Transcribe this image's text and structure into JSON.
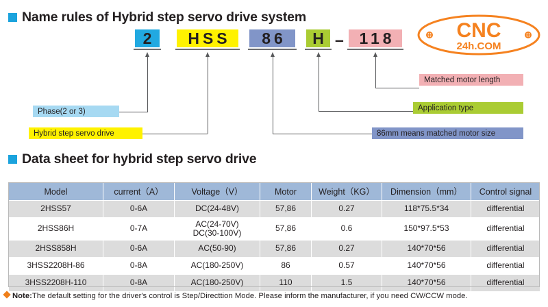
{
  "sections": {
    "name_rules": {
      "heading": "Name rules of Hybrid step servo drive system"
    },
    "data_sheet": {
      "heading": "Data sheet for hybrid step servo drive"
    }
  },
  "logo": {
    "primary_text": "CNC",
    "secondary_text": "24h.COM",
    "color": "#f58220"
  },
  "model_code": {
    "segments": [
      {
        "text": "2",
        "bg": "#21a9e1",
        "name": "phase"
      },
      {
        "text": "HSS",
        "bg": "#fff200",
        "name": "series"
      },
      {
        "text": "86",
        "bg": "#8195c8",
        "name": "motor-size"
      },
      {
        "text": "H",
        "bg": "#aacc33",
        "name": "application"
      },
      {
        "text": "118",
        "bg": "#f2b0b4",
        "name": "motor-length"
      }
    ],
    "separator": "–"
  },
  "callouts": [
    {
      "label": "Phase(2 or 3)",
      "bg": "#a6d9f2",
      "name": "callout-phase"
    },
    {
      "label": "Hybrid step servo drive",
      "bg": "#fff200",
      "name": "callout-series"
    },
    {
      "label": "Matched motor length",
      "bg": "#f2b0b4",
      "name": "callout-motor-length"
    },
    {
      "label": "Application type",
      "bg": "#aacc33",
      "name": "callout-application-type"
    },
    {
      "label": "86mm means matched motor size",
      "bg": "#8195c8",
      "name": "callout-motor-size"
    }
  ],
  "table": {
    "headers": [
      "Model",
      "current（A）",
      "Voltage（V）",
      "Motor",
      "Weight（KG）",
      "Dimension（mm）",
      "Control signal"
    ],
    "rows": [
      [
        "2HSS57",
        "0-6A",
        "DC(24-48V)",
        "57,86",
        "0.27",
        "118*75.5*34",
        "differential"
      ],
      [
        "2HSS86H",
        "0-7A",
        "AC(24-70V)\nDC(30-100V)",
        "57,86",
        "0.6",
        "150*97.5*53",
        "differential"
      ],
      [
        "2HSS858H",
        "0-6A",
        "AC(50-90)",
        "57,86",
        "0.27",
        "140*70*56",
        "differential"
      ],
      [
        "3HSS2208H-86",
        "0-8A",
        "AC(180-250V)",
        "86",
        "0.57",
        "140*70*56",
        "differential"
      ],
      [
        "3HSS2208H-110",
        "0-8A",
        "AC(180-250V)",
        "110",
        "1.5",
        "140*70*56",
        "differential"
      ]
    ]
  },
  "footnote": {
    "label": "Note:",
    "text": "The default setting for the driver's control is Step/Directtion Mode. Please inform the manufacturer, if you need CW/CCW mode."
  }
}
